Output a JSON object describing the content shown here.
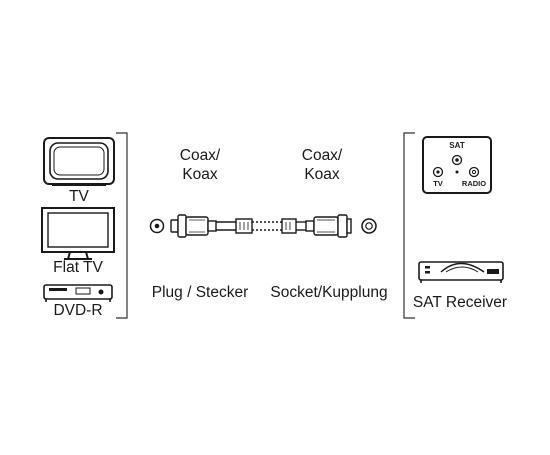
{
  "devices_left": {
    "tv_label": "TV",
    "flat_tv_label": "Flat TV",
    "dvdr_label": "DVD-R"
  },
  "cable": {
    "end_a_type": "Coax/",
    "end_a_type_de": "Koax",
    "end_b_type": "Coax/",
    "end_b_type_de": "Koax",
    "end_a_gender": "Plug / Stecker",
    "end_b_gender": "Socket/Kupplung"
  },
  "devices_right": {
    "sat_socket_title": "SAT",
    "sat_socket_tv": "TV",
    "sat_socket_radio": "RADIO",
    "receiver_label": "SAT Receiver"
  },
  "colors": {
    "ink": "#1a1a1a",
    "line": "#333333",
    "panel": "#ffffff"
  }
}
